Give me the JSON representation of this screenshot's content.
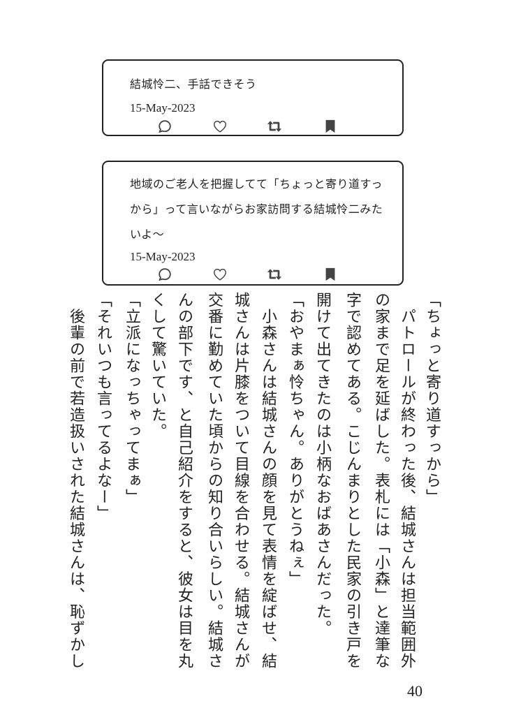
{
  "posts": [
    {
      "text": "結城怜二、手話できそう",
      "date": "15-May-2023",
      "actions": [
        "reply-icon",
        "like-icon",
        "retweet-icon",
        "bookmark-icon"
      ]
    },
    {
      "text": "地域のご老人を把握してて「ちょっと寄り道すっから」って言いながらお家訪問する結城怜二みたいよ〜",
      "date": "15-May-2023",
      "actions": [
        "reply-icon",
        "like-icon",
        "retweet-icon",
        "bookmark-icon"
      ]
    }
  ],
  "body": {
    "columns": [
      "「ちょっと寄り道すっから」",
      "　パトロールが終わった後、結城さんは担当範囲外",
      "の家まで足を延ばした。表札には「小森」と達筆な",
      "字で認めてある。こじんまりとした民家の引き戸を",
      "開けて出てきたのは小柄なおばあさんだった。",
      "「おやまぁ怜ちゃん。ありがとうねぇ」",
      "　小森さんは結城さんの顔を見て表情を綻ばせ、結",
      "城さんは片膝をついて目線を合わせる。結城さんが",
      "交番に勤めていた頃からの知り合いらしい。結城さ",
      "んの部下です、と自己紹介をすると、彼女は目を丸",
      "くして驚いていた。",
      "「立派になっちゃってまぁ」",
      "「それいつも言ってるよなー」",
      "　後輩の前で若造扱いされた結城さんは、恥ずかし"
    ]
  },
  "page_number": "40",
  "colors": {
    "text": "#222222",
    "border": "#222222",
    "icon": "#444444",
    "background": "#ffffff"
  }
}
